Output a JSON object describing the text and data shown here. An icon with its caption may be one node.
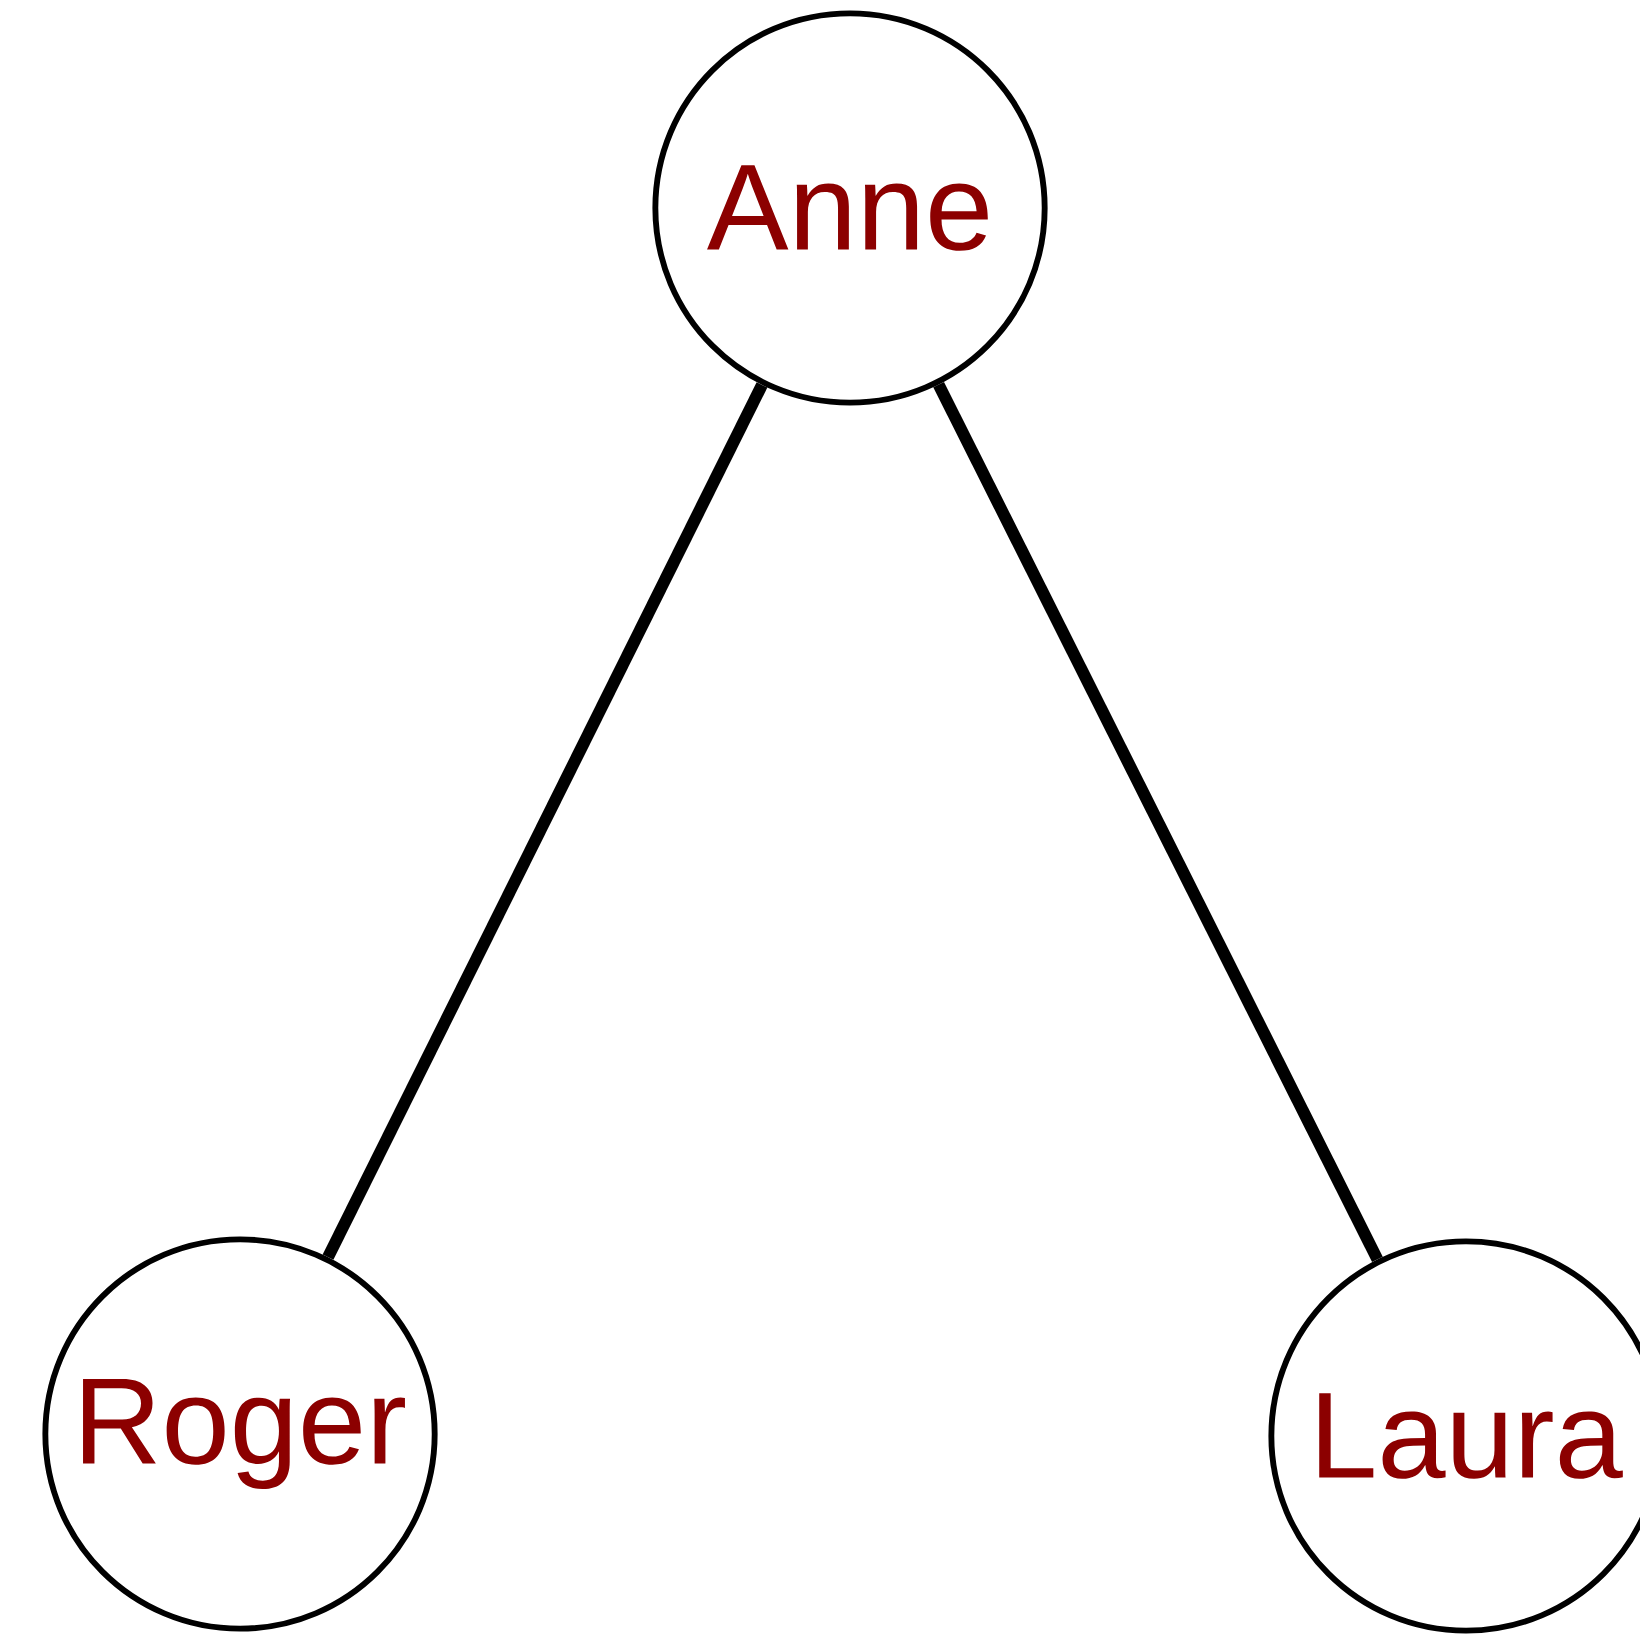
{
  "diagram": {
    "nodes": [
      {
        "text": [
          "Anne"
        ]
      },
      {
        "text": [
          "Roger"
        ]
      },
      {
        "text": [
          "Laura"
        ]
      }
    ],
    "edges": [
      {
        "from": 0,
        "to": 1,
        "arrow": "none"
      },
      {
        "from": 0,
        "to": 2,
        "arrow": "none"
      }
    ]
  }
}
